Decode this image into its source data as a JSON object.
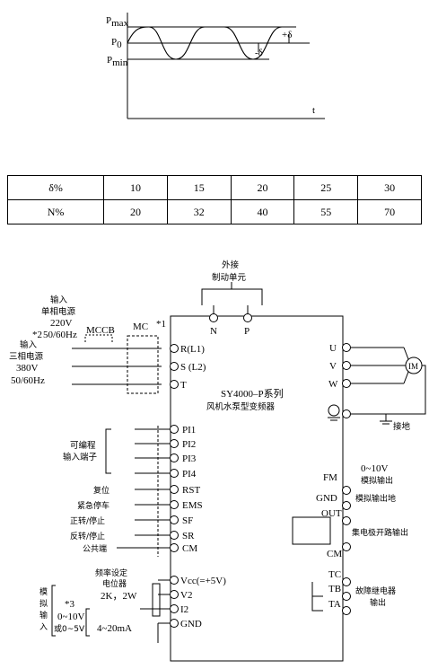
{
  "wave_plot": {
    "y_labels": {
      "pmax": "Pmax",
      "p0": "P0",
      "pmin": "Pmin"
    },
    "x_label": "t",
    "delta_plus": "+δ",
    "delta_minus": "-δ"
  },
  "table": {
    "rows": [
      {
        "header": "δ%",
        "values": [
          "10",
          "15",
          "20",
          "25",
          "30"
        ]
      },
      {
        "header": "N%",
        "values": [
          "20",
          "32",
          "40",
          "55",
          "70"
        ]
      }
    ]
  },
  "wiring": {
    "external_brake": [
      "外接",
      "制动单元"
    ],
    "brake_terms": [
      "N",
      "P"
    ],
    "single_phase": [
      "输入",
      "单相电源",
      "220V",
      "50/60Hz"
    ],
    "note2": "*2",
    "three_phase": [
      "输入",
      "三相电源",
      "380V",
      "50/60Hz"
    ],
    "mccb": "MCCB",
    "mc": "MC",
    "note1": "*1",
    "input_terms": [
      "R(L1)",
      "S (L2)",
      "T"
    ],
    "device_title": [
      "SY4000–P系列",
      "风机水泵型变频器"
    ],
    "output_terms": [
      "U",
      "V",
      "W"
    ],
    "motor": "IM",
    "ground": "接地",
    "prog_label": [
      "可编程",
      "输入端子"
    ],
    "pi_terms": [
      "PI1",
      "PI2",
      "PI3",
      "PI4"
    ],
    "ctrl_inputs": [
      {
        "label": "复位",
        "term": "RST"
      },
      {
        "label": "紧急停车",
        "term": "EMS"
      },
      {
        "label": "正转/停止",
        "term": "SF"
      },
      {
        "label": "反转/停止",
        "term": "SR"
      },
      {
        "label": "公共端",
        "term": "CM"
      }
    ],
    "fm": "FM",
    "fm_desc": [
      "0~10V",
      "模拟输出"
    ],
    "gnd_desc": "GND",
    "gnd_desc_cn": "模拟输出地",
    "out": "OUT",
    "out_desc": "集电极开路输出",
    "cm": "CM",
    "tc": "TC",
    "tb": "TB",
    "ta": "TA",
    "fault_desc": [
      "故障继电器",
      "输出"
    ],
    "pot": [
      "频率设定",
      "电位器",
      "2K，2W"
    ],
    "analog_terms": [
      "Vcc(=+5V)",
      "V2",
      "I2",
      "GND"
    ],
    "analog_side": [
      "模",
      "拟",
      "输",
      "入"
    ],
    "note3": "*3",
    "volt_range": [
      "0~10V",
      "或0~5V"
    ],
    "current_range": "4~20mA"
  }
}
